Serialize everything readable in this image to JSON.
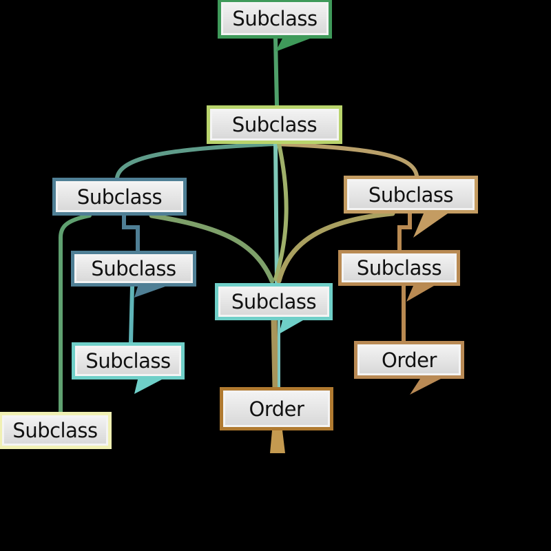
{
  "nodes": [
    {
      "id": "n1",
      "label": "Subclass",
      "color": "#3f9a5a"
    },
    {
      "id": "n2",
      "label": "Subclass",
      "color": "#b9d46c"
    },
    {
      "id": "n3",
      "label": "Subclass",
      "color": "#4f7f95"
    },
    {
      "id": "n4",
      "label": "Subclass",
      "color": "#c49c62"
    },
    {
      "id": "n5",
      "label": "Subclass",
      "color": "#4f7f95"
    },
    {
      "id": "n6",
      "label": "Subclass",
      "color": "#b98a52"
    },
    {
      "id": "n7",
      "label": "Subclass",
      "color": "#6fcfc8"
    },
    {
      "id": "n8",
      "label": "Subclass",
      "color": "#6fcfc8"
    },
    {
      "id": "n9",
      "label": "Order",
      "color": "#b98a55"
    },
    {
      "id": "n10",
      "label": "Order",
      "color": "#b07a30"
    },
    {
      "id": "n11",
      "label": "Subclass",
      "color": "#f0f0b4"
    }
  ]
}
